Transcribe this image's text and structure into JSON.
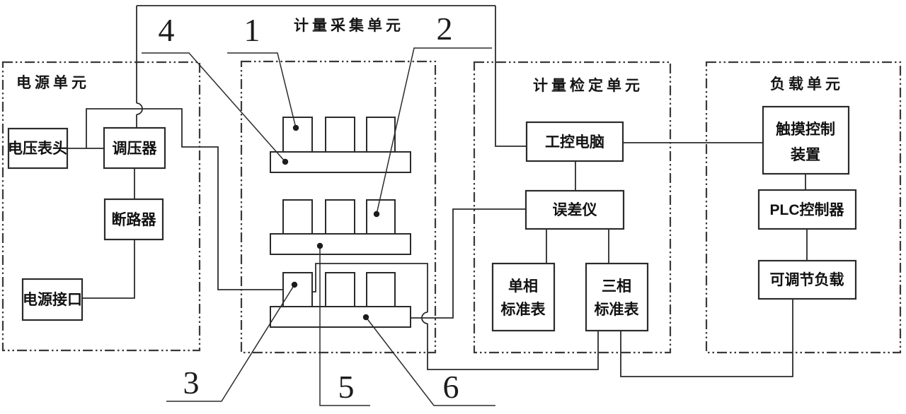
{
  "figure": {
    "type": "patent-block-diagram",
    "units": {
      "power": {
        "label": "电源单元"
      },
      "collection": {
        "label": "计量采集单元"
      },
      "verification": {
        "label": "计量检定单元"
      },
      "load": {
        "label": "负载单元"
      }
    },
    "blocks": {
      "voltage_meter_head": {
        "label": "电压表头"
      },
      "voltage_regulator": {
        "label": "调压器"
      },
      "circuit_breaker": {
        "label": "断路器"
      },
      "power_interface": {
        "label": "电源接口"
      },
      "industrial_pc": {
        "label": "工控电脑"
      },
      "error_tester": {
        "label": "误差仪"
      },
      "single_phase_standard_meter": {
        "line1": "单相",
        "line2": "标准表"
      },
      "three_phase_standard_meter": {
        "line1": "三相",
        "line2": "标准表"
      },
      "touch_control_device": {
        "line1": "触摸控制",
        "line2": "装置"
      },
      "plc_controller": {
        "label": "PLC控制器"
      },
      "adjustable_load": {
        "label": "可调节负载"
      }
    },
    "callouts": {
      "n1": "1",
      "n2": "2",
      "n3": "3",
      "n4": "4",
      "n5": "5",
      "n6": "6"
    },
    "colors": {
      "line": "#2b2b2b",
      "text": "#111111",
      "background": "#ffffff"
    }
  }
}
